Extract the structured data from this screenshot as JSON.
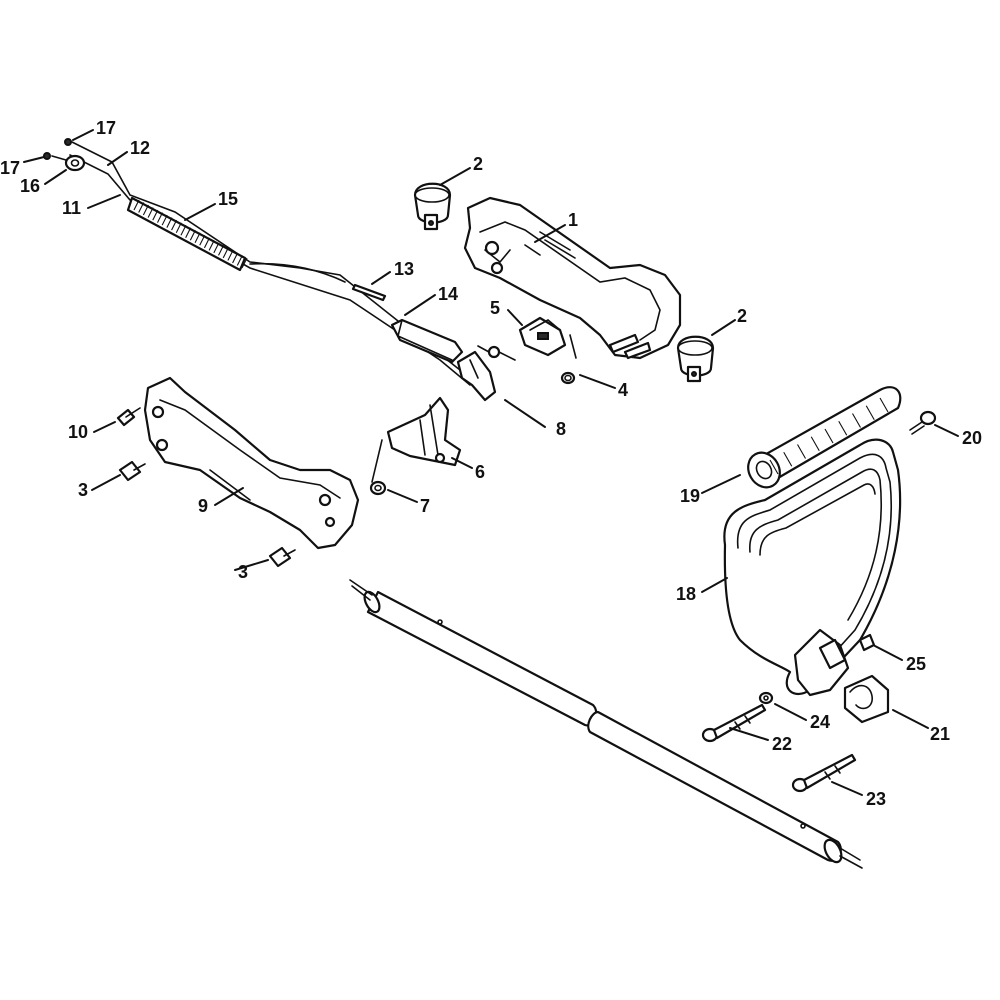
{
  "callouts": {
    "c1": "1",
    "c2a": "2",
    "c2b": "2",
    "c3a": "3",
    "c3b": "3",
    "c4": "4",
    "c5": "5",
    "c6": "6",
    "c7": "7",
    "c8": "8",
    "c9": "9",
    "c10": "10",
    "c11": "11",
    "c12": "12",
    "c13": "13",
    "c14": "14",
    "c15": "15",
    "c16": "16",
    "c17a": "17",
    "c17b": "17",
    "c18": "18",
    "c19": "19",
    "c20": "20",
    "c21": "21",
    "c22": "22",
    "c23": "23",
    "c24": "24",
    "c25": "25"
  }
}
